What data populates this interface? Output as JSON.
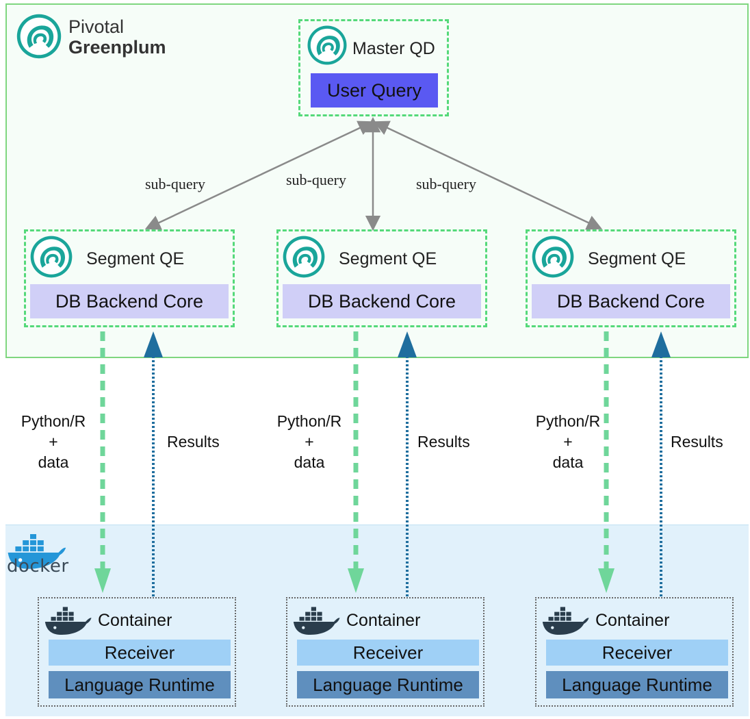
{
  "brand": {
    "line1": "Pivotal",
    "line2": "Greenplum",
    "icon": "greenplum-logo-icon"
  },
  "master": {
    "title": "Master QD",
    "box": "User Query"
  },
  "subquery_labels": [
    "sub-query",
    "sub-query",
    "sub-query"
  ],
  "segments": [
    {
      "title": "Segment QE",
      "box": "DB Backend Core"
    },
    {
      "title": "Segment QE",
      "box": "DB Backend Core"
    },
    {
      "title": "Segment QE",
      "box": "DB Backend Core"
    }
  ],
  "flows": [
    {
      "send_line1": "Python/R",
      "send_line2": "+",
      "send_line3": "data",
      "return": "Results"
    },
    {
      "send_line1": "Python/R",
      "send_line2": "+",
      "send_line3": "data",
      "return": "Results"
    },
    {
      "send_line1": "Python/R",
      "send_line2": "+",
      "send_line3": "data",
      "return": "Results"
    }
  ],
  "docker": {
    "word": "docker",
    "icon": "docker-whale-icon"
  },
  "containers": [
    {
      "title": "Container",
      "receiver": "Receiver",
      "runtime": "Language Runtime"
    },
    {
      "title": "Container",
      "receiver": "Receiver",
      "runtime": "Language Runtime"
    },
    {
      "title": "Container",
      "receiver": "Receiver",
      "runtime": "Language Runtime"
    }
  ],
  "colors": {
    "greenplum_teal": "#1aa59a",
    "region_border": "#7fd67f",
    "dashed_green": "#55d97a",
    "user_query": "#5a59f2",
    "db_backend": "#d0cff7",
    "receiver": "#9fd0f6",
    "runtime": "#5f8fbe",
    "results_arrow": "#1f6e9e",
    "data_arrow": "#6fd69a"
  }
}
